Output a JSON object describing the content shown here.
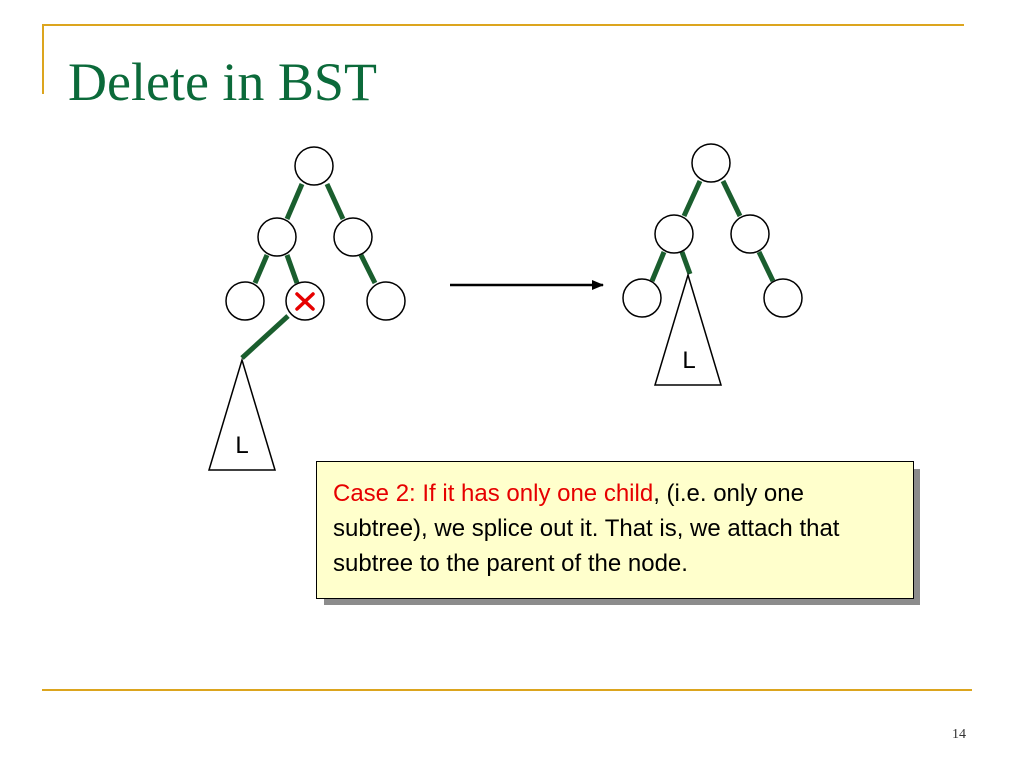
{
  "slide": {
    "title": "Delete in BST",
    "page_number": "14"
  },
  "diagram": {
    "before_subtree_label": "L",
    "after_subtree_label": "L",
    "deleted_marker": "×"
  },
  "callout": {
    "highlight": "Case 2: If it has only one child",
    "rest": ", (i.e. only one subtree), we splice out it. That is, we attach that subtree to the parent of the node."
  },
  "colors": {
    "title": "#0b6a3a",
    "accent_line": "#dca51e",
    "edge": "#1a5e2e",
    "delete_mark": "#e60000",
    "callout_fill": "#ffffcc",
    "callout_highlight": "#e60000"
  }
}
